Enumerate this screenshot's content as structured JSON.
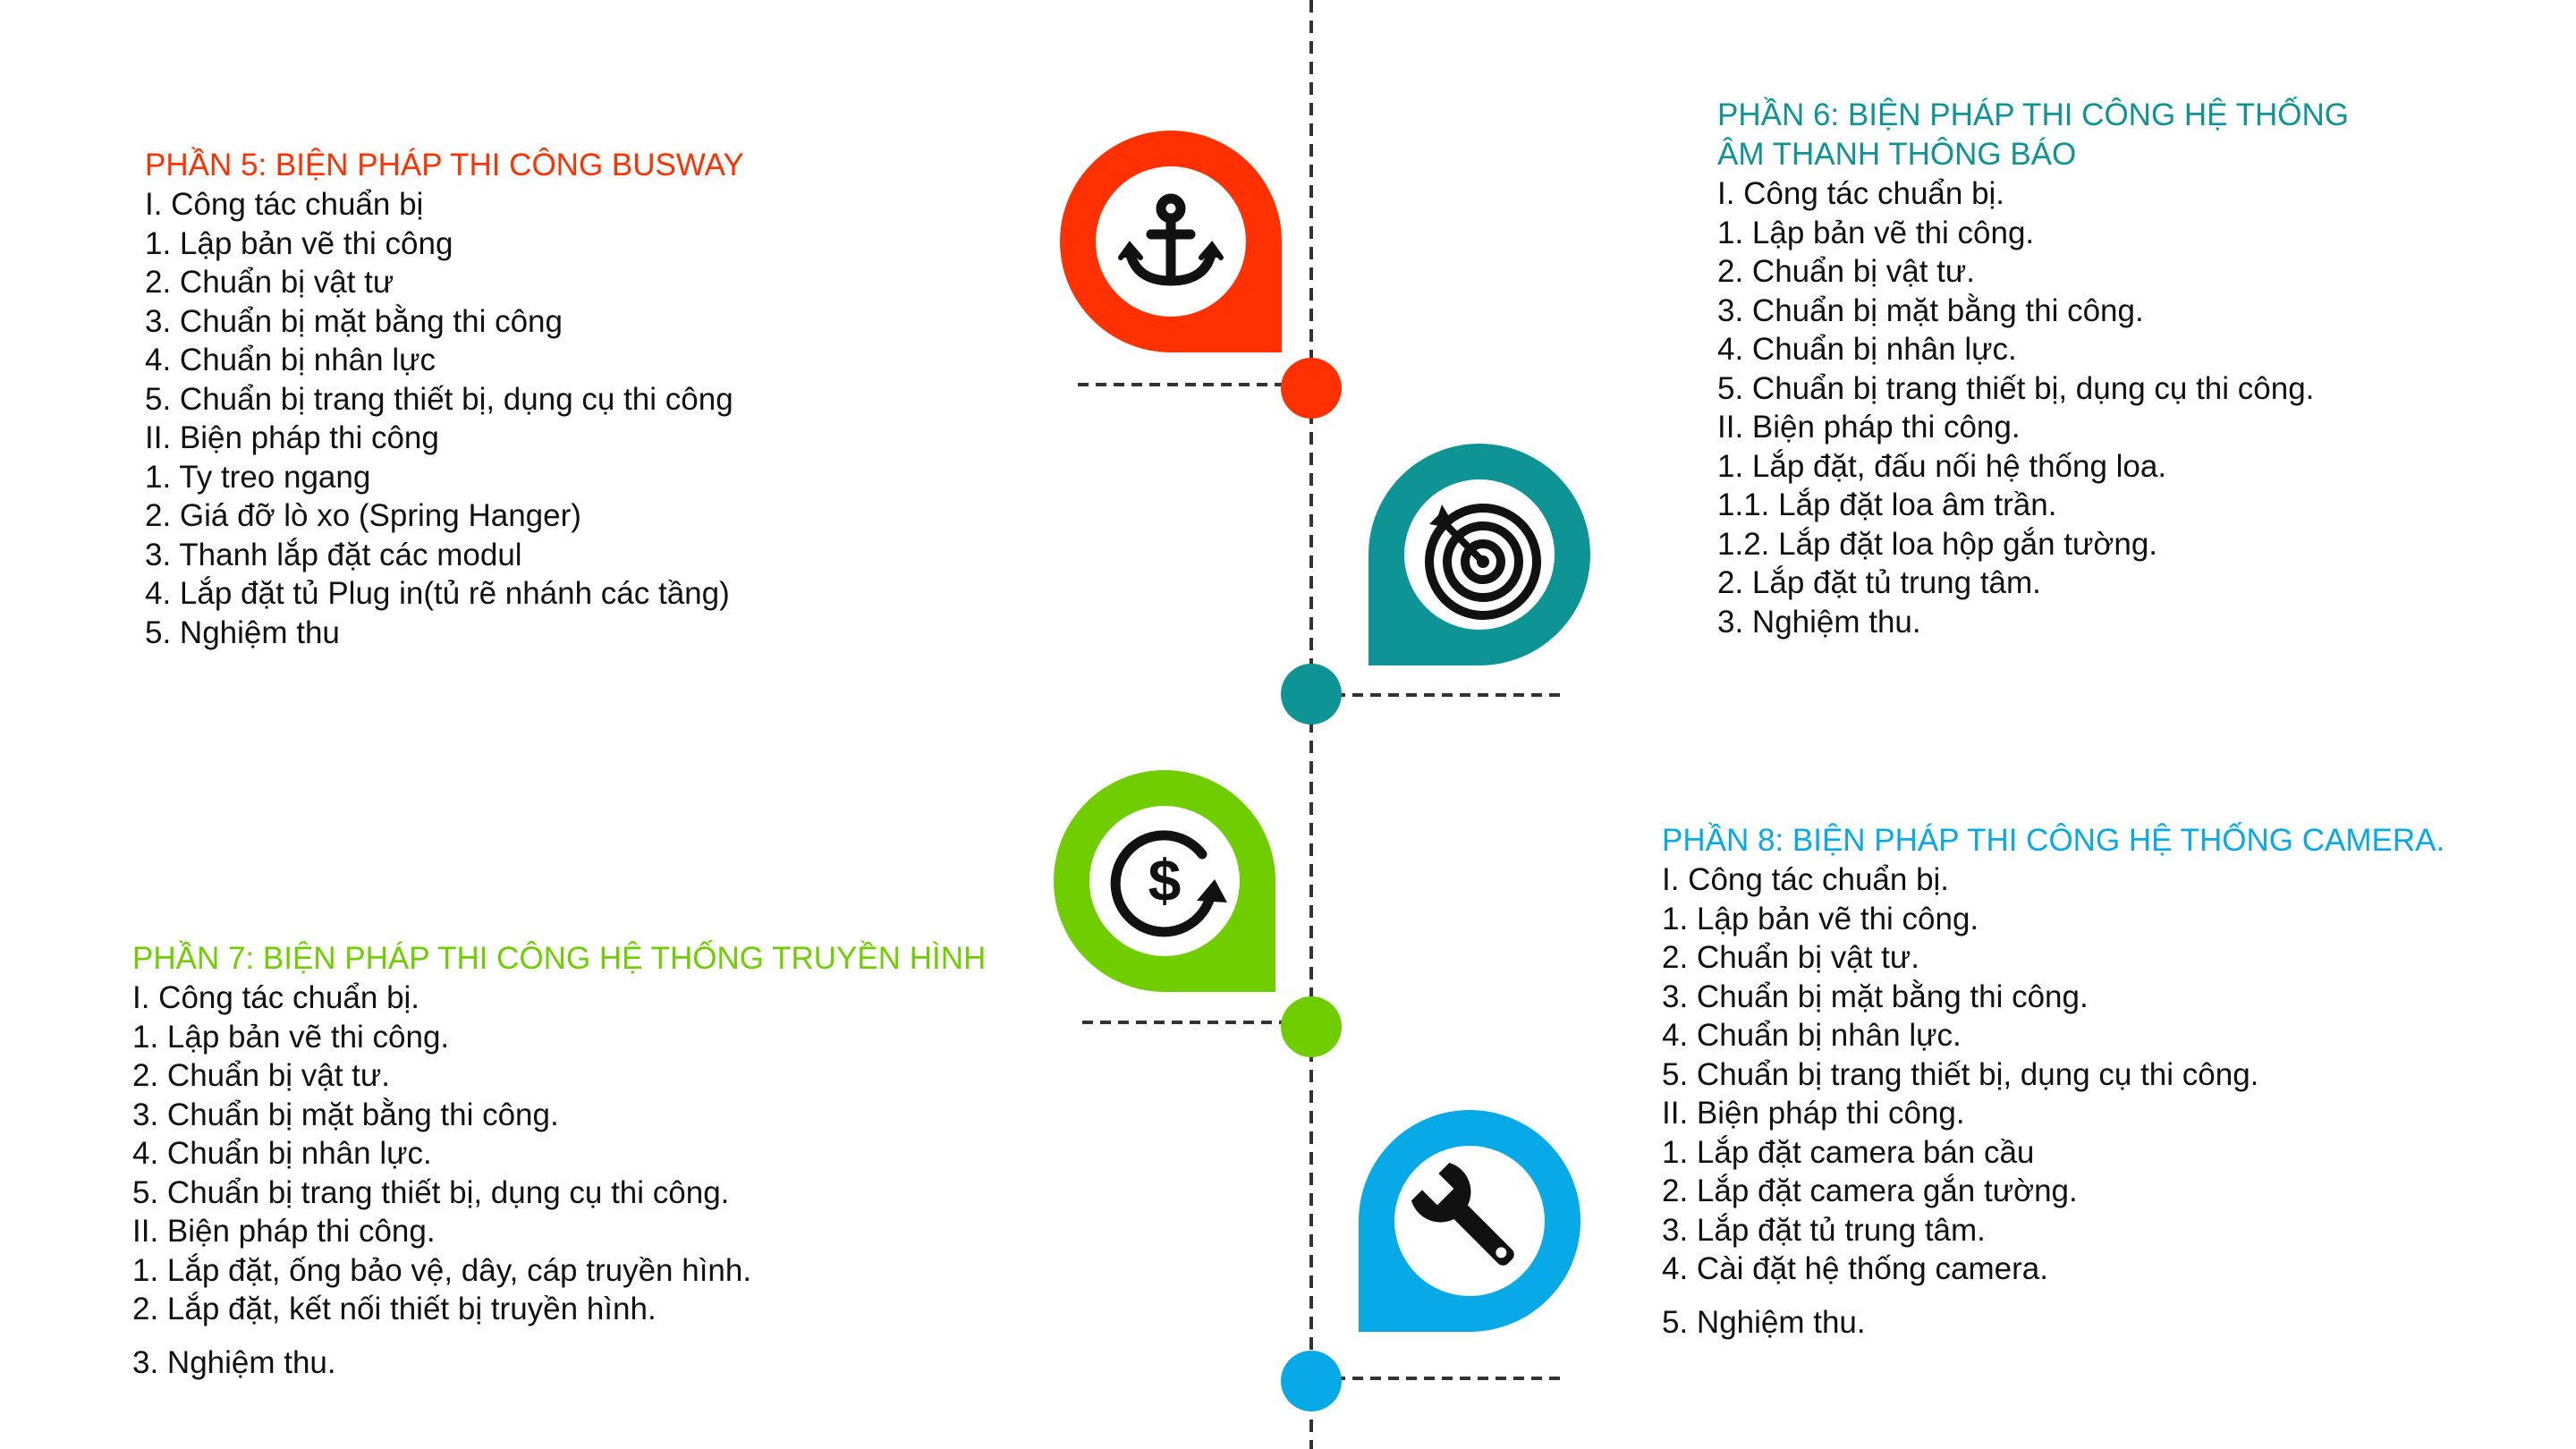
{
  "colors": {
    "red": "#ff3100",
    "teal": "#0f9496",
    "green": "#6fcd00",
    "blue": "#07a9e6",
    "axis": "#333333"
  },
  "sections": [
    {
      "id": "p5",
      "color": "#ff3100",
      "icon": "anchor-icon",
      "heading": [
        "PHẦN 5: BIỆN PHÁP THI CÔNG BUSWAY"
      ],
      "lines": [
        "I. Công tác chuẩn bị",
        "1. Lập bản vẽ thi công",
        "2. Chuẩn bị vật tư",
        "3. Chuẩn bị  mặt bằng thi công",
        "4. Chuẩn bị  nhân lực",
        "5. Chuẩn bị  trang thiết bị, dụng cụ thi công",
        "II. Biện pháp thi công",
        "1. Ty treo ngang",
        "2. Giá đỡ lò xo (Spring Hanger)",
        "3. Thanh lắp đặt các modul",
        "4. Lắp đặt tủ Plug in(tủ rẽ nhánh các tầng)",
        "5. Nghiệm thu"
      ]
    },
    {
      "id": "p6",
      "color": "#0f9496",
      "icon": "target-icon",
      "heading": [
        "PHẦN 6: BIỆN PHÁP THI CÔNG HỆ THỐNG",
        "ÂM THANH THÔNG BÁO"
      ],
      "lines": [
        "I. Công tác chuẩn bị.",
        "1. Lập bản vẽ thi công.",
        "2. Chuẩn bị vật tư.",
        "3. Chuẩn bị mặt bằng thi công.",
        "4. Chuẩn bị nhân lực.",
        "5. Chuẩn bị trang thiết bị, dụng cụ thi công.",
        "II. Biện pháp thi công.",
        "1. Lắp đặt, đấu nối hệ thống loa.",
        "1.1. Lắp đặt loa âm trần.",
        "1.2. Lắp đặt loa hộp gắn tường.",
        "2. Lắp đặt tủ trung tâm.",
        "3. Nghiệm thu."
      ]
    },
    {
      "id": "p7",
      "color": "#6fcd00",
      "icon": "dollar-cycle-icon",
      "heading": [
        "PHẦN 7: BIỆN PHÁP THI CÔNG HỆ THỐNG TRUYỀN HÌNH"
      ],
      "lines": [
        "I. Công tác chuẩn bị.",
        "1. Lập bản vẽ thi công.",
        "2. Chuẩn bị vật tư.",
        "3. Chuẩn bị mặt bằng thi công.",
        "4. Chuẩn bị nhân lực.",
        "5. Chuẩn bị trang thiết bị, dụng cụ thi công.",
        "II. Biện pháp thi công.",
        "1. Lắp đặt, ống bảo vệ, dây, cáp truyền hình.",
        "2. Lắp đặt, kết nối thiết bị truyền hình.",
        "3. Nghiệm thu."
      ]
    },
    {
      "id": "p8",
      "color": "#07a9e6",
      "icon": "wrench-icon",
      "heading": [
        "PHẦN 8: BIỆN PHÁP THI CÔNG HỆ THỐNG CAMERA."
      ],
      "lines": [
        "I. Công tác chuẩn bị.",
        "1. Lập bản vẽ thi công.",
        "2. Chuẩn bị vật tư.",
        "3. Chuẩn bị mặt bằng thi công.",
        "4. Chuẩn bị nhân lực.",
        "5. Chuẩn bị trang thiết bị, dụng cụ thi công.",
        "II. Biện pháp thi công.",
        "1. Lắp đặt camera bán cầu",
        "2. Lắp đặt camera gắn tường.",
        "3. Lắp đặt tủ trung tâm.",
        "4. Cài đặt hệ thống camera.",
        "5. Nghiệm thu."
      ]
    }
  ]
}
